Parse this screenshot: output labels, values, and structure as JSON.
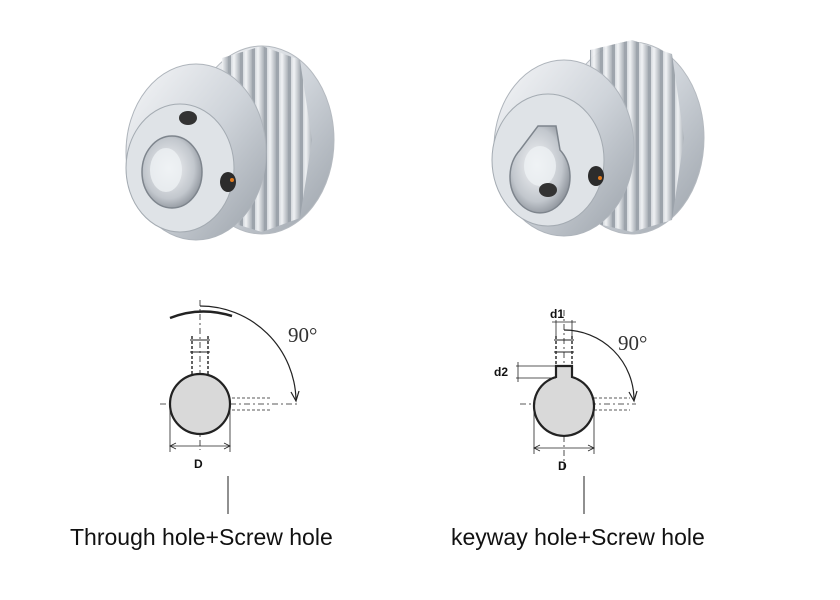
{
  "panels": [
    {
      "id": "through-hole",
      "caption": "Through hole+Screw hole",
      "angle_label": "90°",
      "diameter_label": "D"
    },
    {
      "id": "keyway-hole",
      "caption": "keyway hole+Screw hole",
      "angle_label": "90°",
      "diameter_label": "D",
      "key_width_label": "d1",
      "key_depth_label": "d2"
    }
  ],
  "colors": {
    "aluminum_light": "#eef0f3",
    "aluminum_mid": "#c9ced5",
    "aluminum_dark": "#8d949c",
    "bore_fill": "#d9d9d9",
    "line": "#222222"
  }
}
